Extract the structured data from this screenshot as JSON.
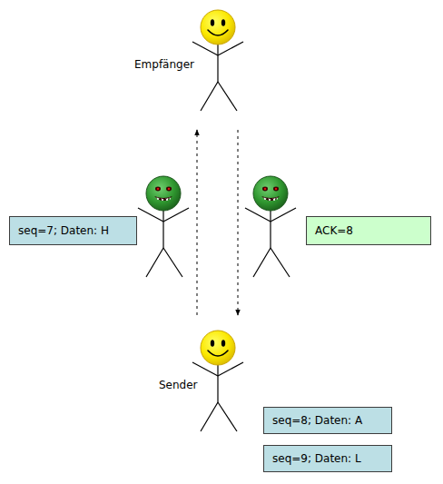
{
  "diagram": {
    "nodes": [
      {
        "text": [
          "Empfänger"
        ]
      },
      {
        "text": [
          "seq=7; Daten: H"
        ]
      },
      {
        "text": [
          "ACK=8"
        ]
      },
      {
        "text": [
          "Sender"
        ]
      },
      {
        "text": [
          "seq=8; Daten: A"
        ]
      },
      {
        "text": [
          "seq=9; Daten: L"
        ]
      }
    ],
    "edges": [
      {
        "from": 3,
        "to": 0,
        "arrow": "to"
      },
      {
        "from": 0,
        "to": 3,
        "arrow": "to"
      }
    ]
  }
}
